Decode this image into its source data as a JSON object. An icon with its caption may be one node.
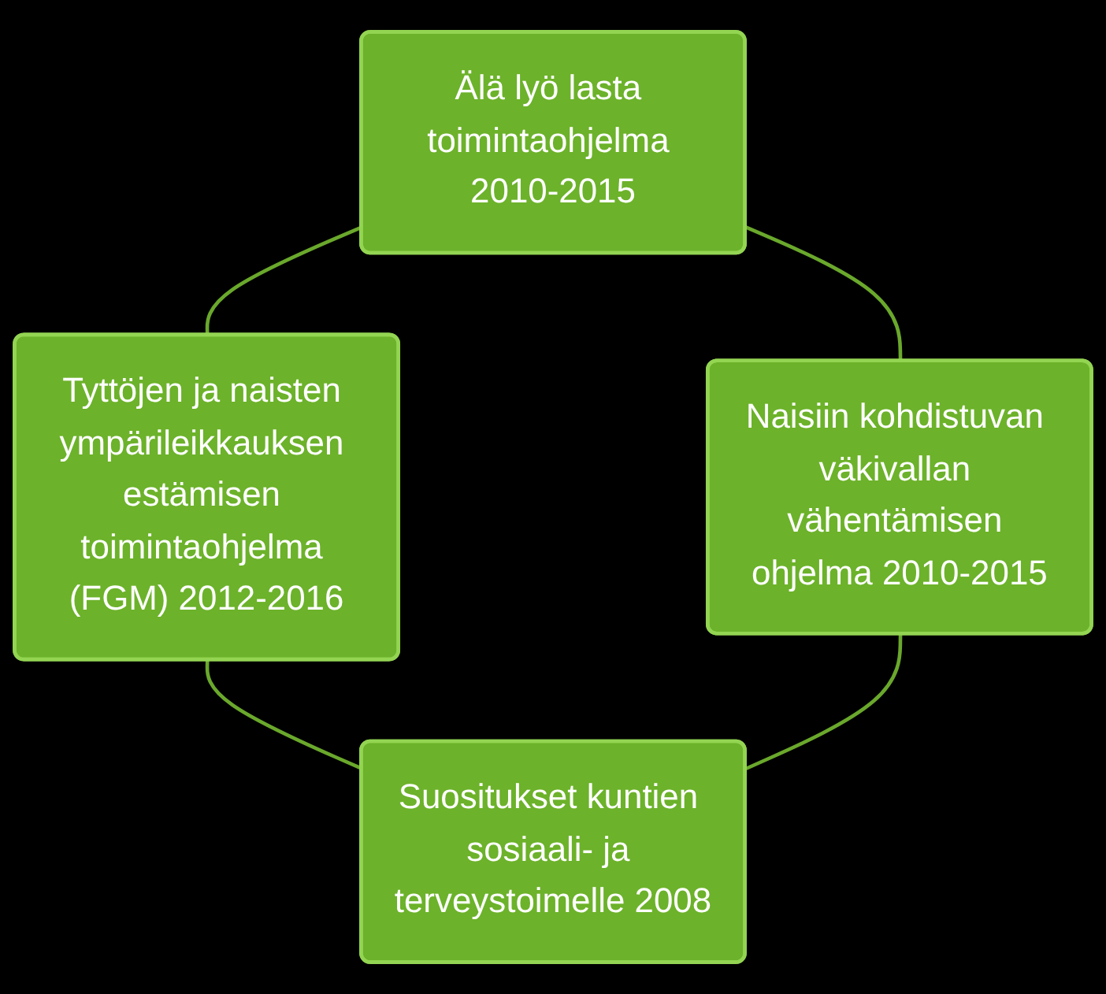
{
  "diagram": {
    "nodes": [
      {
        "text": [
          "Älä lyö lasta toimintaohjelma 2010-2015"
        ]
      },
      {
        "text": [
          "Tyttöjen ja naisten ympärileikkauksen estämisen toimintaohjelma (FGM) 2012-2016"
        ]
      },
      {
        "text": [
          "Naisiin kohdistuvan väkivallan vähentämisen ohjelma 2010-2015"
        ]
      },
      {
        "text": [
          "Suositukset kuntien sosiaali- ja terveystoimelle 2008"
        ]
      }
    ],
    "edges": [
      {
        "from": 0,
        "to": 1,
        "arrow": "none"
      },
      {
        "from": 0,
        "to": 2,
        "arrow": "none"
      },
      {
        "from": 1,
        "to": 3,
        "arrow": "none"
      },
      {
        "from": 2,
        "to": 3,
        "arrow": "none"
      }
    ]
  }
}
